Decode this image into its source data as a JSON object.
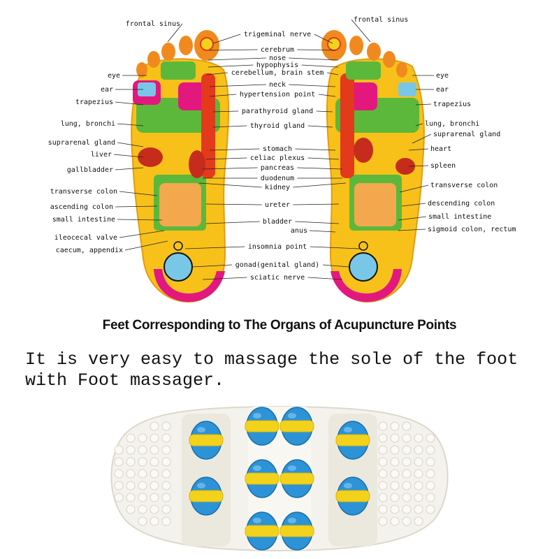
{
  "diagram": {
    "left_labels": [
      "frontal sinus",
      "eye",
      "ear",
      "trapezius",
      "lung, bronchi",
      "suprarenal gland",
      "liver",
      "gallbladder",
      "transverse colon",
      "ascending colon",
      "small intestine",
      "ileocecal valve",
      "caecum, appendix"
    ],
    "center_labels": [
      "trigeminal nerve",
      "cerebrum",
      "nose",
      "hypophysis",
      "cerebellum, brain stem",
      "neck",
      "hypertension point",
      "parathyroid gland",
      "thyroid gland",
      "stomach",
      "celiac plexus",
      "pancreas",
      "duodenum",
      "kidney",
      "ureter",
      "bladder",
      "anus",
      "insomnia point",
      "gonad(genital gland)",
      "sciatic nerve"
    ],
    "right_labels": [
      "frontal sinus",
      "eye",
      "ear",
      "trapezius",
      "lung, bronchi",
      "suprarenal gland",
      "heart",
      "spleen",
      "transverse colon",
      "descending colon",
      "small intestine",
      "sigmoid colon, rectum"
    ]
  },
  "heading": "Feet Corresponding to The Organs of Acupuncture Points",
  "caption_lines": [
    "It is very easy to massage the sole of the foot",
    "with Foot massager."
  ],
  "colors": {
    "sole_yellow": "#f7c11a",
    "toe_orange": "#f08a1e",
    "green": "#5cb83a",
    "magenta": "#e3187f",
    "red": "#e23a1b",
    "blue": "#79c7e6",
    "roller_blue": "#2c93d6",
    "roller_yellow": "#f3d21b",
    "massager_white": "#f4f2ec"
  }
}
